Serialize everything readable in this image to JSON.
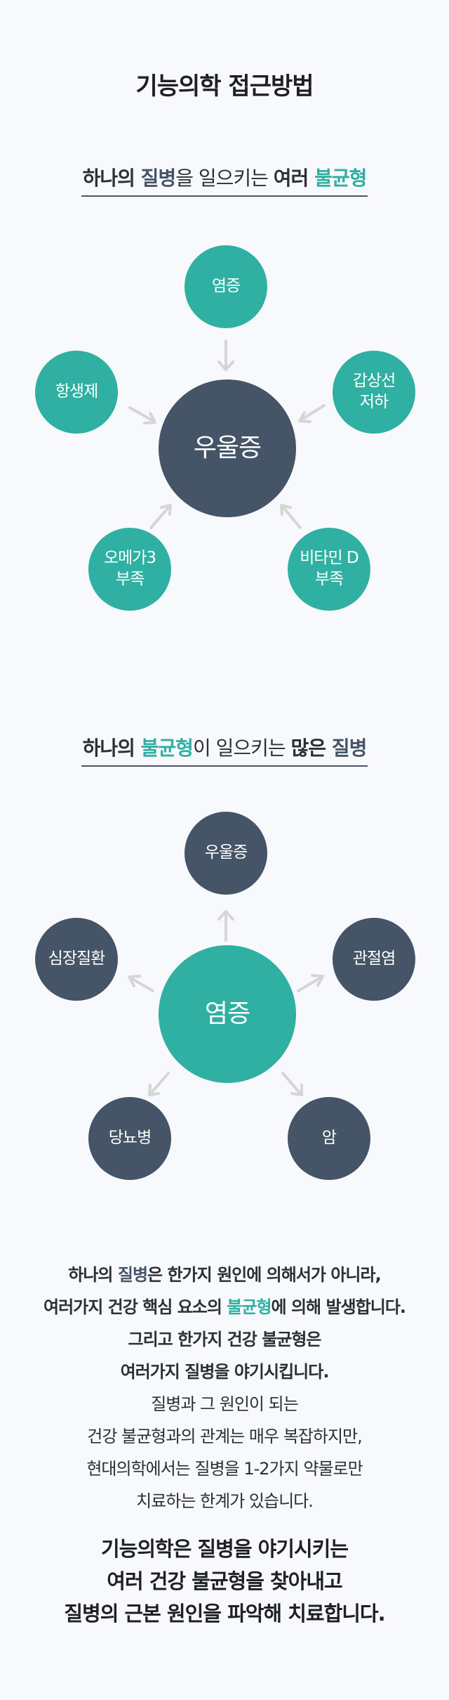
{
  "page_title": "기능의학 접근방법",
  "section1": {
    "title_parts": [
      "하나의 ",
      "질병",
      "을 일으키는 ",
      "여러 ",
      "불균형"
    ],
    "center": "우울증",
    "nodes": {
      "top": "염증",
      "left": "항생제",
      "right": "갑상선\n저하",
      "bottom_left": "오메가3\n부족",
      "bottom_right": "비타민 D\n부족"
    }
  },
  "section2": {
    "title_parts": [
      "하나의 ",
      "불균형",
      "이 일으키는 ",
      "많은 ",
      "질병"
    ],
    "center": "염증",
    "nodes": {
      "top": "우울증",
      "left": "심장질환",
      "right": "관절염",
      "bottom_left": "당뇨병",
      "bottom_right": "암"
    }
  },
  "paragraph": {
    "line1_a": "하나의 ",
    "line1_b": "질병",
    "line1_c": "은 한가지 원인에 의해서가 아니라,",
    "line2_a": "여러가지 건강 핵심 요소의 ",
    "line2_b": "불균형",
    "line2_c": "에 의해 발생합니다.",
    "line3": "그리고 한가지 건강 불균형은",
    "line4": "여러가지 질병을 야기시킵니다.",
    "line5": "질병과 그 원인이 되는",
    "line6": "건강 불균형과의 관계는 매우 복잡하지만,",
    "line7": "현대의학에서는 질병을 1-2가지 약물로만",
    "line8": "치료하는 한계가 있습니다."
  },
  "closing": {
    "line1": "기능의학은 질병을 야기시키는",
    "line2": "여러 건강 불균형을 찾아내고",
    "line3": "질병의 근본 원인을 파악해 치료합니다."
  },
  "colors": {
    "teal": "#2fb0a2",
    "navy": "#455466",
    "arrow": "#d6d6d6",
    "background": "#f8f9fc"
  }
}
